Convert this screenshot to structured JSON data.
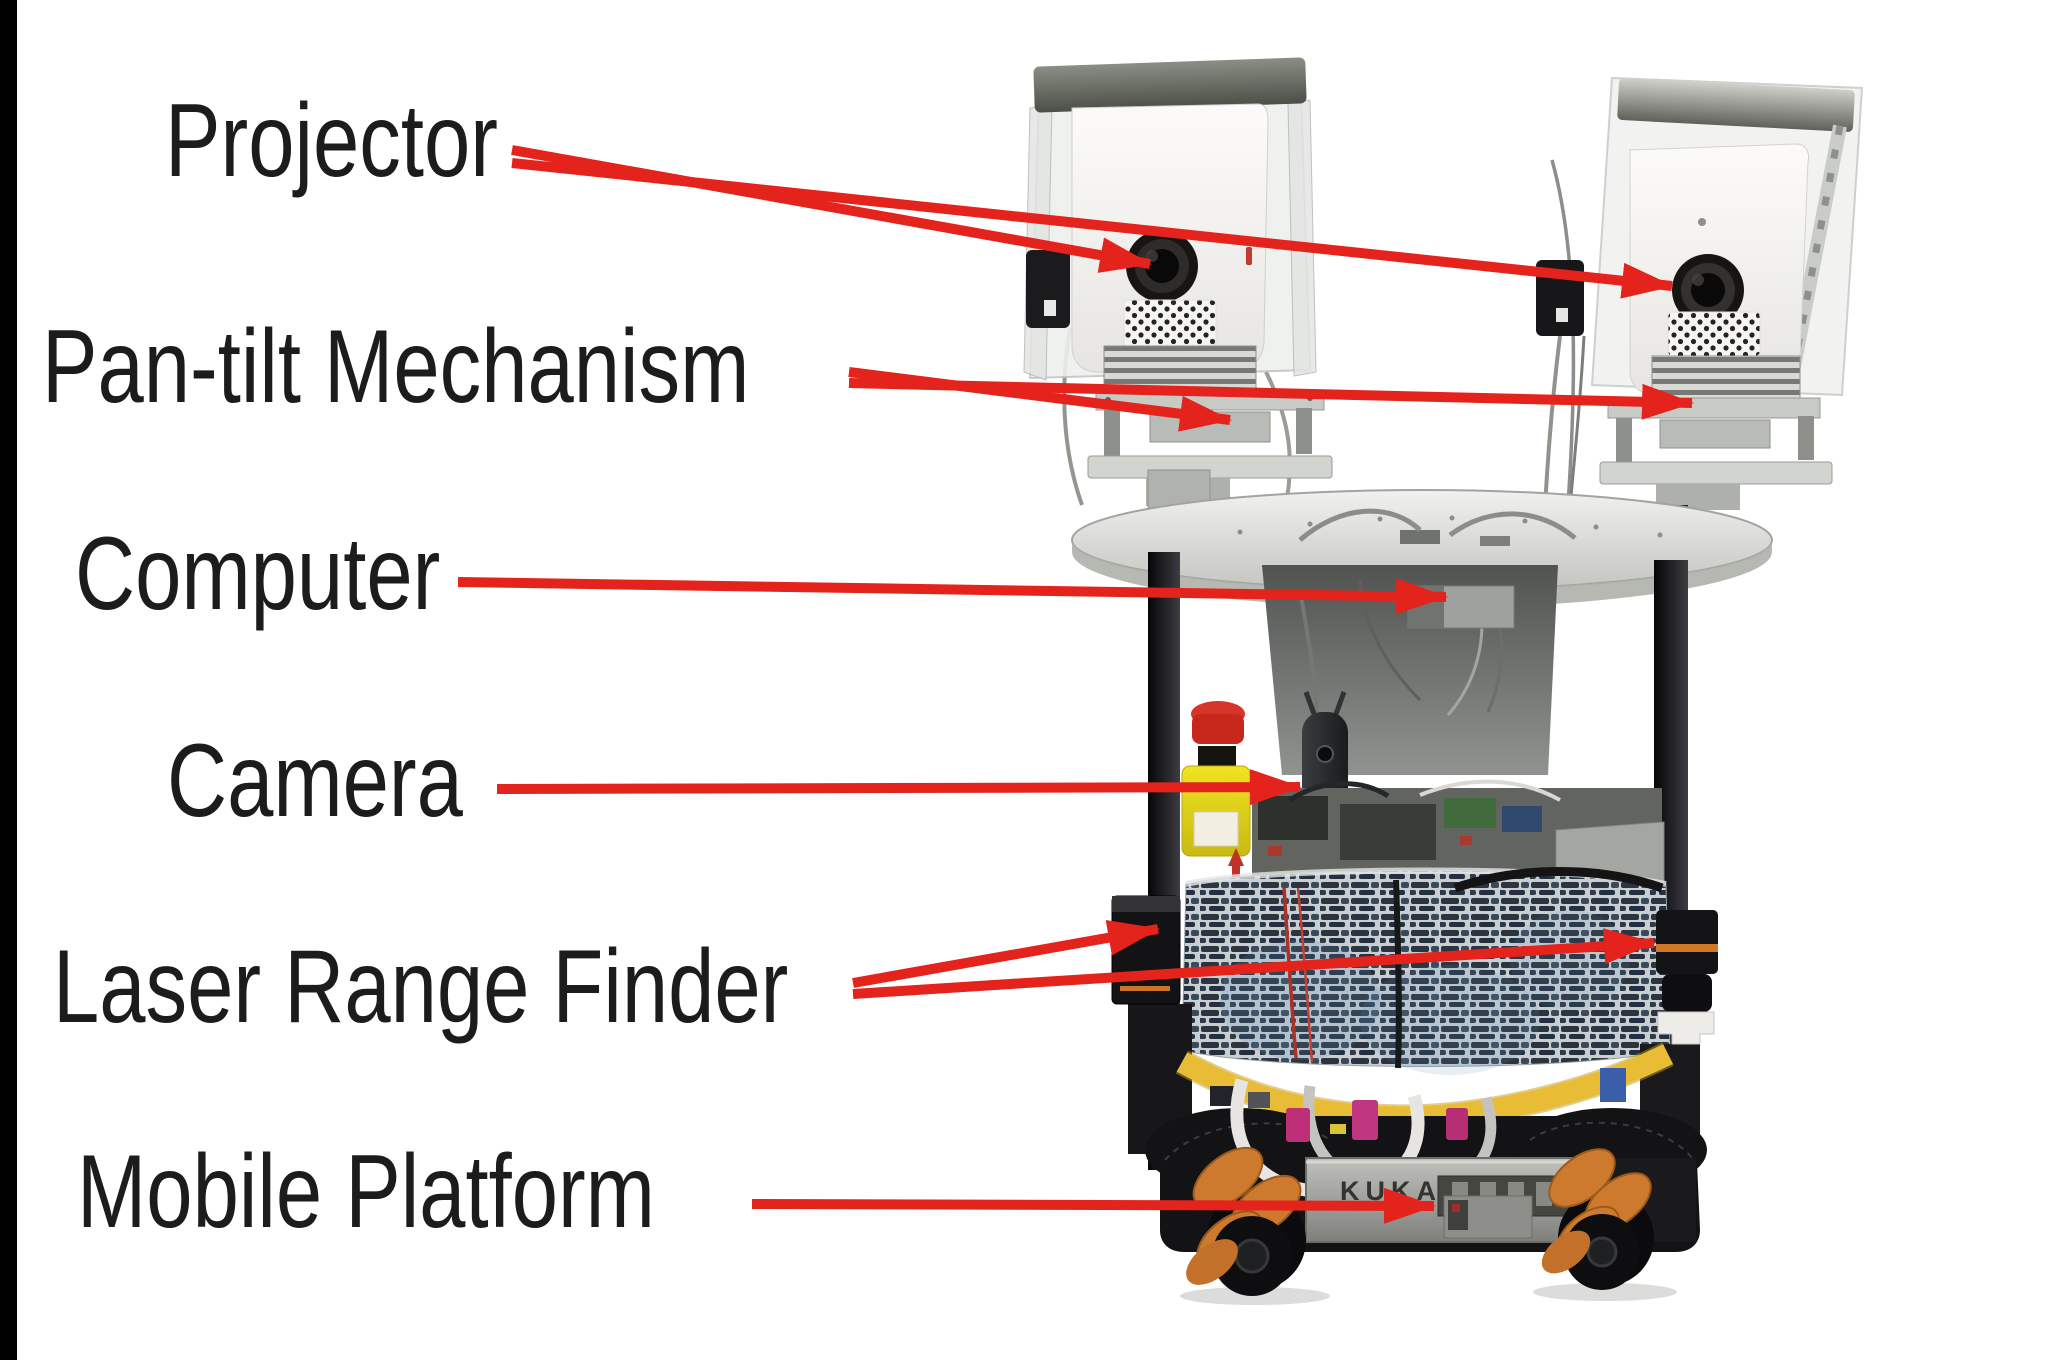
{
  "figure": {
    "background_color": "#ffffff",
    "left_edge_bar_color": "#000000",
    "annotation": {
      "arrow_color": "#e3231c",
      "text_color": "#1c1c1c",
      "labels": [
        {
          "id": "projector",
          "text": "Projector"
        },
        {
          "id": "pan_tilt_mechanism",
          "text": "Pan-tilt Mechanism"
        },
        {
          "id": "computer",
          "text": "Computer"
        },
        {
          "id": "camera",
          "text": "Camera"
        },
        {
          "id": "laser_range_finder",
          "text": "Laser Range Finder"
        },
        {
          "id": "mobile_platform",
          "text": "Mobile Platform"
        }
      ]
    },
    "photo": {
      "description": "Mobile robot with two pan-tilt mounted projectors, 360 camera, computer, laser range finders and an omnidirectional KUKA mobile platform",
      "brand_text": "KUKA",
      "components": [
        "projector-left",
        "projector-right",
        "pan-tilt-mechanism-left",
        "pan-tilt-mechanism-right",
        "mounting-platform",
        "computer-box",
        "camera-360",
        "emergency-stop-button",
        "electronics-tray",
        "mesh-body",
        "laser-range-finder-left",
        "laser-range-finder-right",
        "yellow-cable",
        "mobile-platform-base",
        "mecanum-wheel-left",
        "mecanum-wheel-right"
      ],
      "colors": {
        "wheel_orange": "#cd7a2e",
        "estop_yellow": "#e8d81a",
        "estop_red": "#d2281e",
        "cable_yellow": "#e8bd35",
        "mesh_dark": "#2b3440",
        "platform_silver": "#c9cac6"
      }
    }
  }
}
